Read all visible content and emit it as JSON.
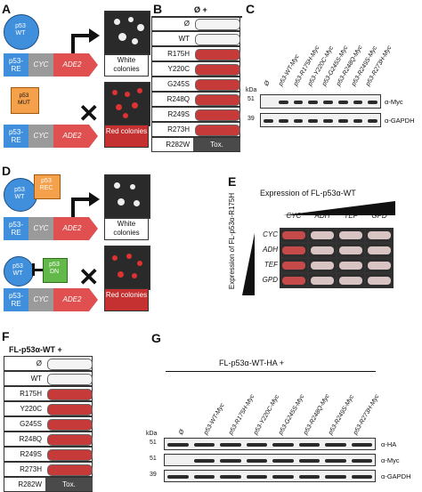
{
  "panels": {
    "A": "A",
    "B": "B",
    "C": "C",
    "D": "D",
    "E": "E",
    "F": "F",
    "G": "G"
  },
  "panelA": {
    "p53_wt": "p53\nWT",
    "p53_mut": "p53\nMUT",
    "re": "p53-\nRE",
    "cyc": "CYC",
    "ade2": "ADE2",
    "white_colonies": "White colonies",
    "red_colonies": "Red colonies"
  },
  "panelB": {
    "header": "Ø +",
    "rows": [
      "Ø",
      "WT",
      "R175H",
      "Y220C",
      "G245S",
      "R248Q",
      "R249S",
      "R273H",
      "R282W"
    ],
    "tox": "Tox."
  },
  "panelC": {
    "lanes": [
      "Ø",
      "p53-WT-Myc",
      "p53-R175H-Myc",
      "p53-Y220C-Myc",
      "p53-G245S-Myc",
      "p53-R248Q-Myc",
      "p53-R249S-Myc",
      "p53-R273H-Myc"
    ],
    "kda": "kDa",
    "mw1": "51",
    "mw2": "39",
    "band1": "α-Myc",
    "band2": "α-GAPDH"
  },
  "panelD": {
    "p53_wt": "p53\nWT",
    "p53_rec": "p53\nREC",
    "p53_dn": "p53\nDN",
    "re": "p53-\nRE",
    "cyc": "CYC",
    "ade2": "ADE2",
    "white_colonies": "White colonies",
    "red_colonies": "Red colonies"
  },
  "panelE": {
    "title": "Expression of FL-p53α-WT",
    "side": "Expression of FL-p53α-R175H",
    "cols": [
      "CYC",
      "ADH",
      "TEF",
      "GPD"
    ],
    "rows": [
      "CYC",
      "ADH",
      "TEF",
      "GPD"
    ]
  },
  "panelF": {
    "header": "FL-p53α-WT +",
    "rows": [
      "Ø",
      "WT",
      "R175H",
      "Y220C",
      "G245S",
      "R248Q",
      "R249S",
      "R273H",
      "R282W"
    ],
    "tox": "Tox."
  },
  "panelG": {
    "header": "FL-p53α-WT-HA +",
    "lanes": [
      "Ø",
      "p53-WT-Myc",
      "p53-R175H-Myc",
      "p53-Y220C-Myc",
      "p53-G245S-Myc",
      "p53-R248Q-Myc",
      "p53-R249S-Myc",
      "p53-R273H-Myc"
    ],
    "kda": "kDa",
    "mw1": "51",
    "mw2": "51",
    "mw3": "39",
    "band1": "α-HA",
    "band2": "α-Myc",
    "band3": "α-GAPDH"
  },
  "colors": {
    "blue": "#3f8fdc",
    "grey": "#9a9a9a",
    "red": "#e05050",
    "orange": "#f5a04a",
    "green": "#63b84a",
    "dark_red": "#c0302e"
  }
}
